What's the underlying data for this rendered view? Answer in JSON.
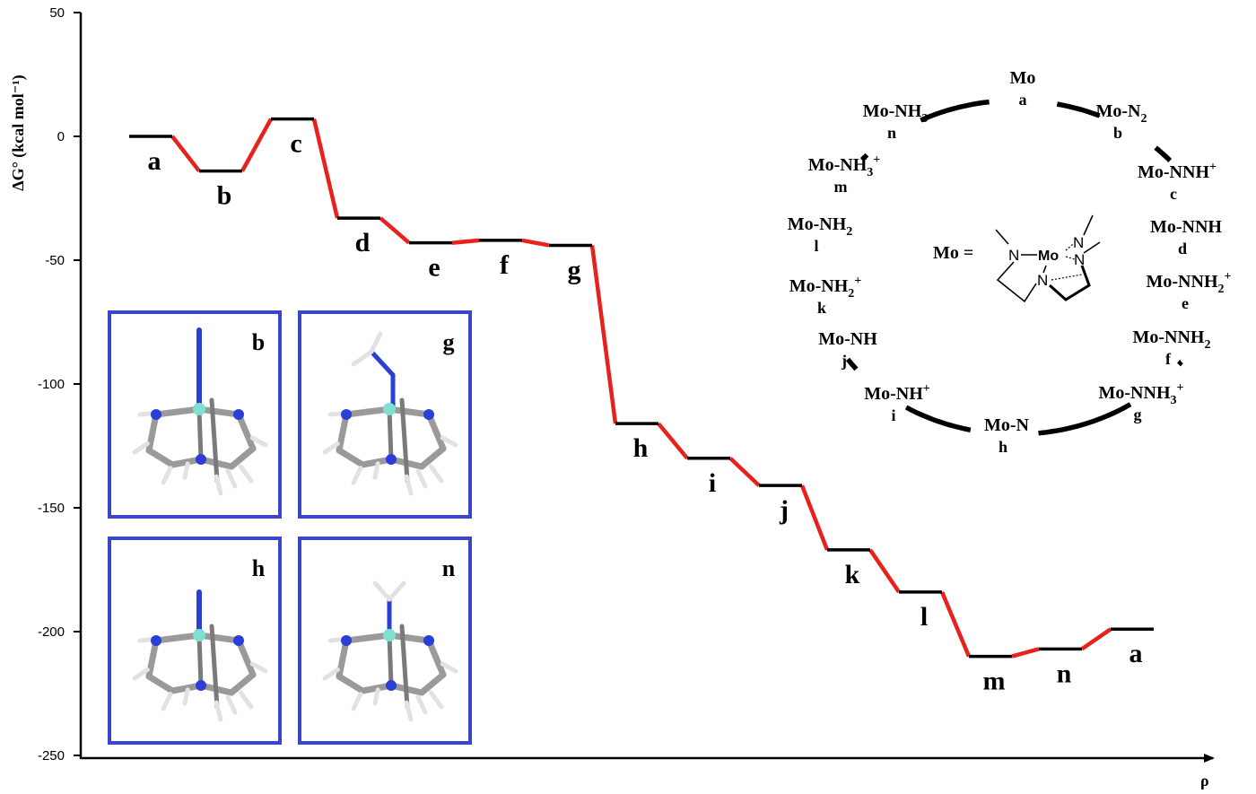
{
  "chart_data": {
    "type": "line",
    "ylabel": "ΔG° (kcal mol⁻¹)",
    "xlabel": "ρ",
    "ylim": [
      -250,
      50
    ],
    "yticks": [
      50,
      0,
      -50,
      -100,
      -150,
      -200,
      -250
    ],
    "grid": false,
    "states": [
      {
        "label": "a",
        "value": 0
      },
      {
        "label": "b",
        "value": -14
      },
      {
        "label": "c",
        "value": 7
      },
      {
        "label": "d",
        "value": -33
      },
      {
        "label": "e",
        "value": -43
      },
      {
        "label": "f",
        "value": -42
      },
      {
        "label": "g",
        "value": -44
      },
      {
        "label": "h",
        "value": -116
      },
      {
        "label": "i",
        "value": -130
      },
      {
        "label": "j",
        "value": -141
      },
      {
        "label": "k",
        "value": -167
      },
      {
        "label": "l",
        "value": -184
      },
      {
        "label": "m",
        "value": -210
      },
      {
        "label": "n",
        "value": -207
      },
      {
        "label": "a",
        "value": -199
      }
    ],
    "colors": {
      "level": "#000000",
      "connector": "#e8211c",
      "axis": "#000000"
    }
  },
  "cycle": {
    "species": [
      {
        "name": "Mo",
        "sub": "",
        "sup": "",
        "letter": "a"
      },
      {
        "name": "Mo-N",
        "sub": "2",
        "sup": "",
        "letter": "b"
      },
      {
        "name": "Mo-NNH",
        "sub": "",
        "sup": "+",
        "letter": "c"
      },
      {
        "name": "Mo-NNH",
        "sub": "",
        "sup": "",
        "letter": "d"
      },
      {
        "name": "Mo-NNH",
        "sub": "2",
        "sup": "+",
        "letter": "e"
      },
      {
        "name": "Mo-NNH",
        "sub": "2",
        "sup": "",
        "letter": "f"
      },
      {
        "name": "Mo-NNH",
        "sub": "3",
        "sup": "+",
        "letter": "g"
      },
      {
        "name": "Mo-N",
        "sub": "",
        "sup": "",
        "letter": "h"
      },
      {
        "name": "Mo-NH",
        "sub": "",
        "sup": "+",
        "letter": "i"
      },
      {
        "name": "Mo-NH",
        "sub": "",
        "sup": "",
        "letter": "j"
      },
      {
        "name": "Mo-NH",
        "sub": "2",
        "sup": "+",
        "letter": "k"
      },
      {
        "name": "Mo-NH",
        "sub": "2",
        "sup": "",
        "letter": "l"
      },
      {
        "name": "Mo-NH",
        "sub": "3",
        "sup": "+",
        "letter": "m"
      },
      {
        "name": "Mo-NH",
        "sub": "3",
        "sup": "",
        "letter": "n"
      }
    ],
    "definition": "Mo =",
    "structure_labels": {
      "metal": "Mo",
      "nitrogen": "N"
    }
  },
  "insets": [
    {
      "letter": "b"
    },
    {
      "letter": "g"
    },
    {
      "letter": "h"
    },
    {
      "letter": "n"
    }
  ],
  "colors": {
    "inset_border": "#3b45c8",
    "carbon": "#9a9a9a",
    "hydrogen": "#e2e2e2",
    "nitrogen_atom": "#2a3fd6",
    "molybdenum_atom": "#7fe0cf"
  }
}
